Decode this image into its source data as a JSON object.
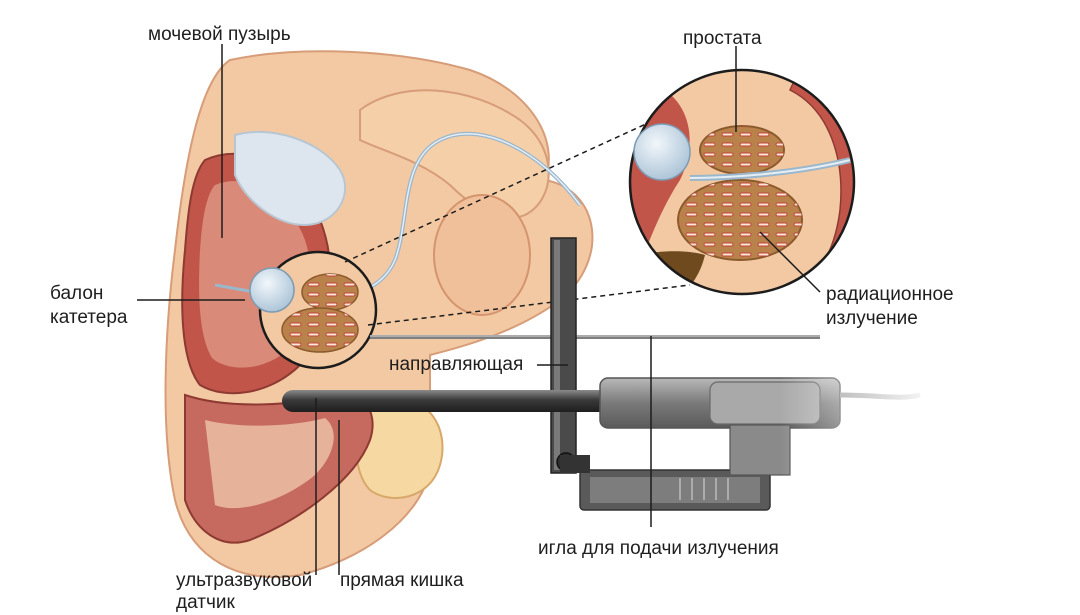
{
  "labels": {
    "bladder": "мочевой пузырь",
    "prostate": "простата",
    "balloon_line1": "балон",
    "balloon_line2": "катетера",
    "radiation_line1": "радиационное",
    "radiation_line2": "излучение",
    "guide": "направляющая",
    "needle": "игла для подачи излучения",
    "ultrasound_line1": "ультразвуковой",
    "ultrasound_line2": "датчик",
    "rectum": "прямая кишка"
  },
  "colors": {
    "tissue": "#f2c9a3",
    "tissue_dark": "#e4a07a",
    "muscle": "#c1554a",
    "cavity": "#c66a5f",
    "bone": "#f6d9a2",
    "prostate": "#b9824a",
    "seed": "#e06a4a",
    "balloon": "#c9dbe8",
    "probe": "#3a3a3a",
    "guide": "#4a4a4a"
  }
}
